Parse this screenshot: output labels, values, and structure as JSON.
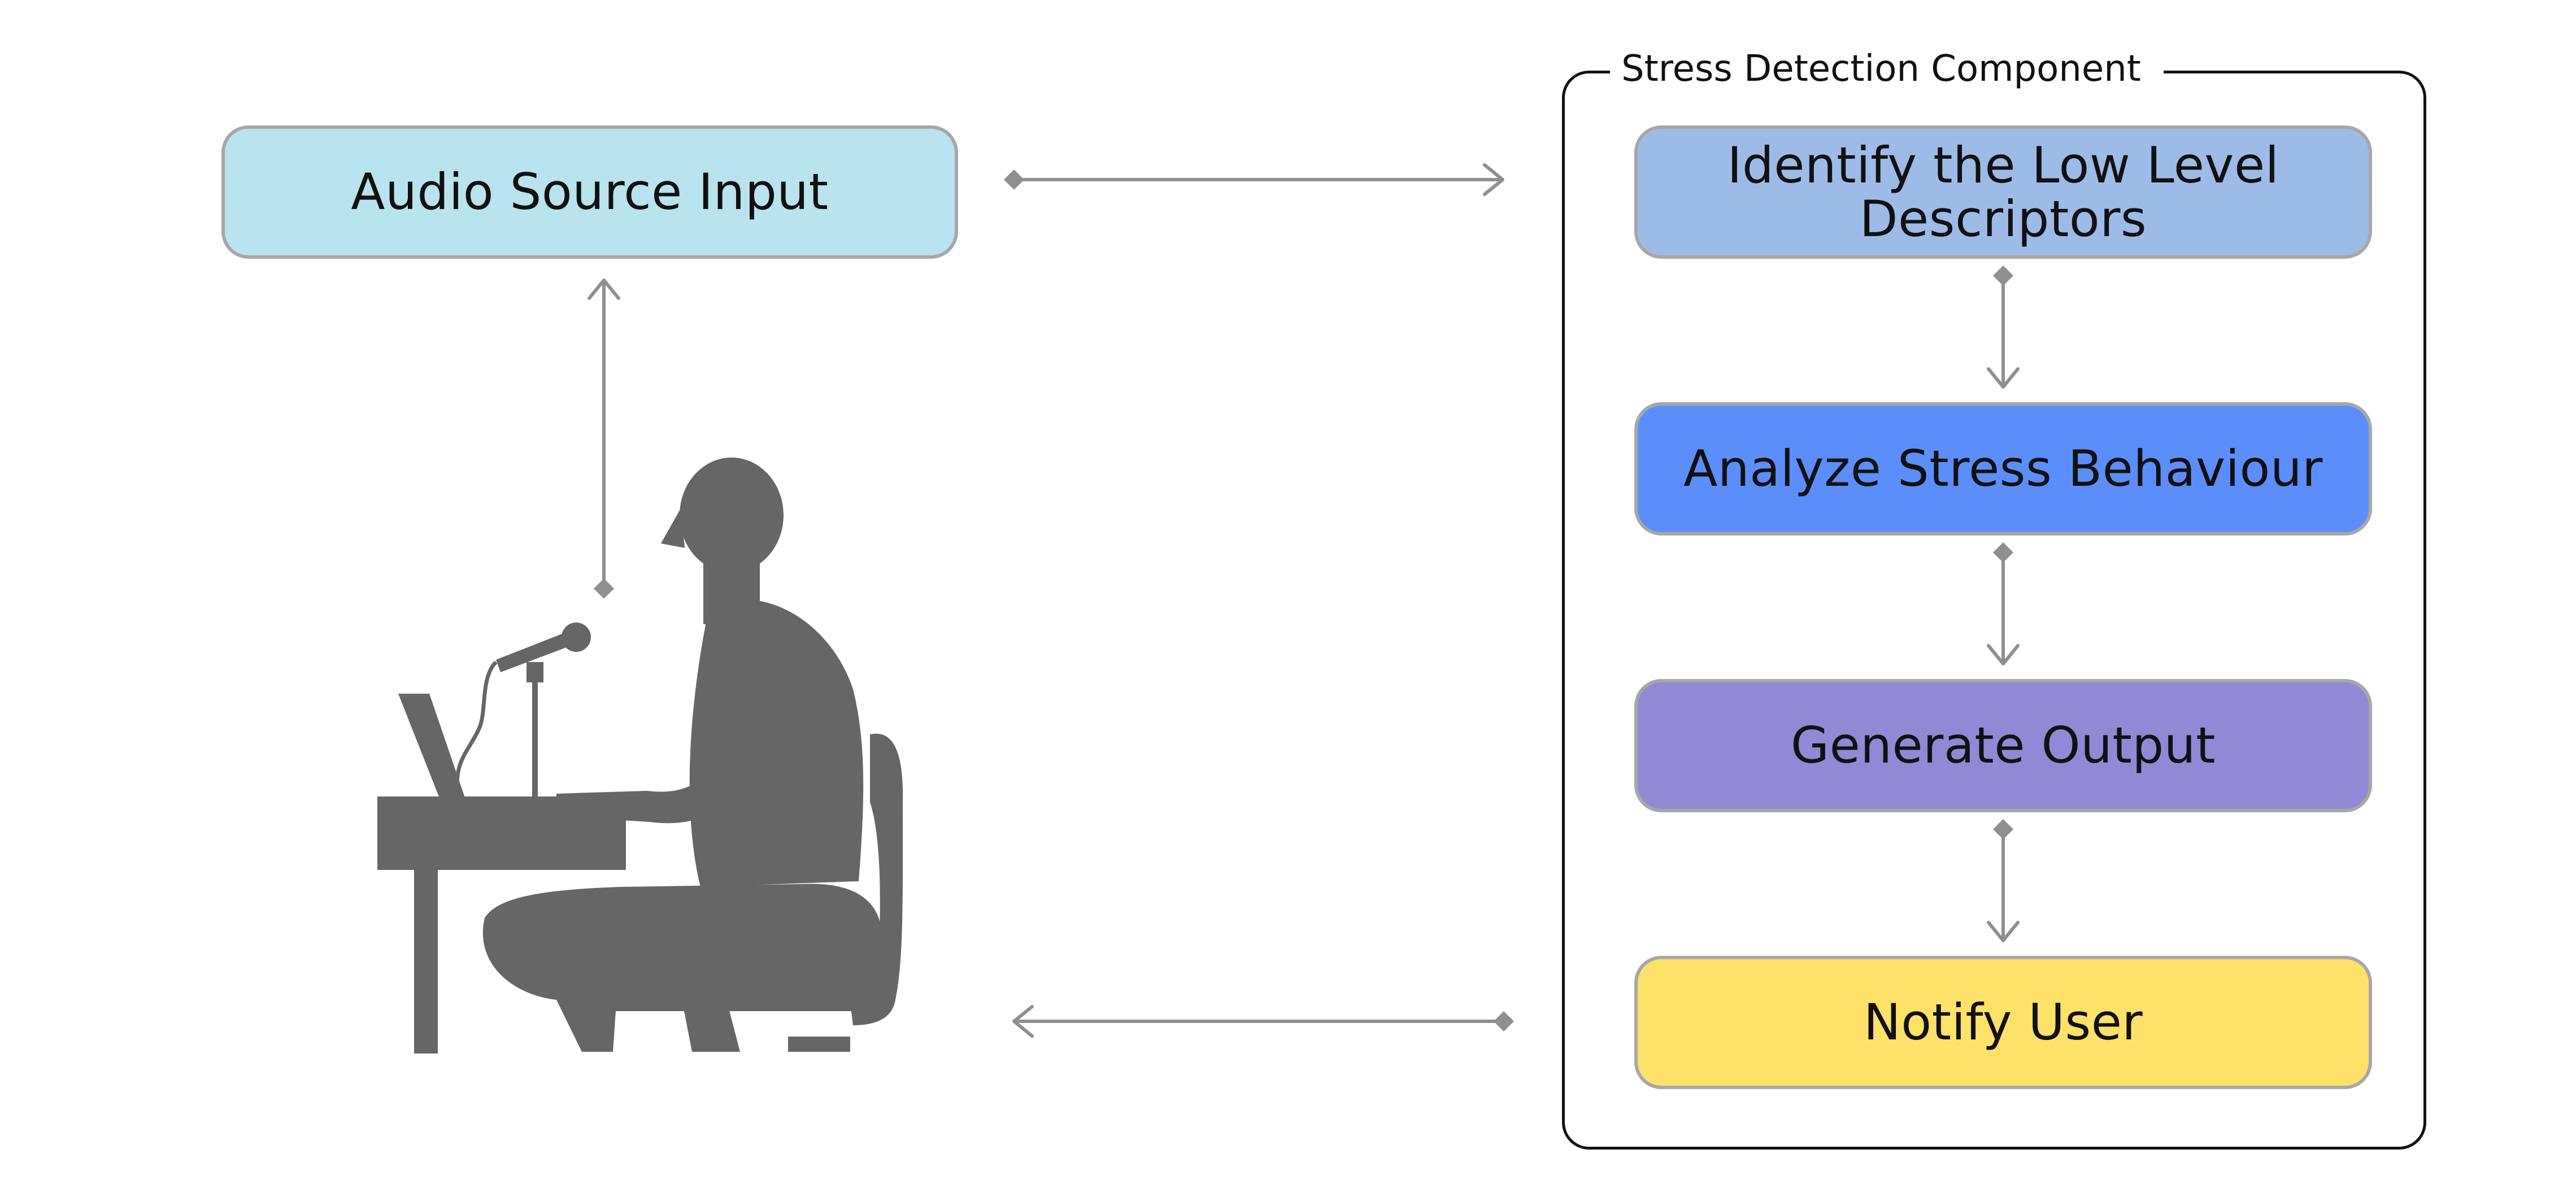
{
  "group": {
    "title": "Stress Detection Component"
  },
  "nodes": {
    "audio_input": {
      "label": "Audio Source Input",
      "color": "#b9e3ee"
    },
    "identify": {
      "label": "Identify the Low Level Descriptors",
      "color": "#9dbbe7"
    },
    "analyze": {
      "label": "Analyze Stress Behaviour",
      "color": "#5b8efb"
    },
    "output": {
      "label": "Generate Output",
      "color": "#9188d6"
    },
    "notify": {
      "label": "Notify User",
      "color": "#fde168"
    }
  },
  "icons": {
    "user": "person-at-desk-microphone-icon"
  },
  "connector_color": "#8f8f8f",
  "silhouette_color": "#666666"
}
